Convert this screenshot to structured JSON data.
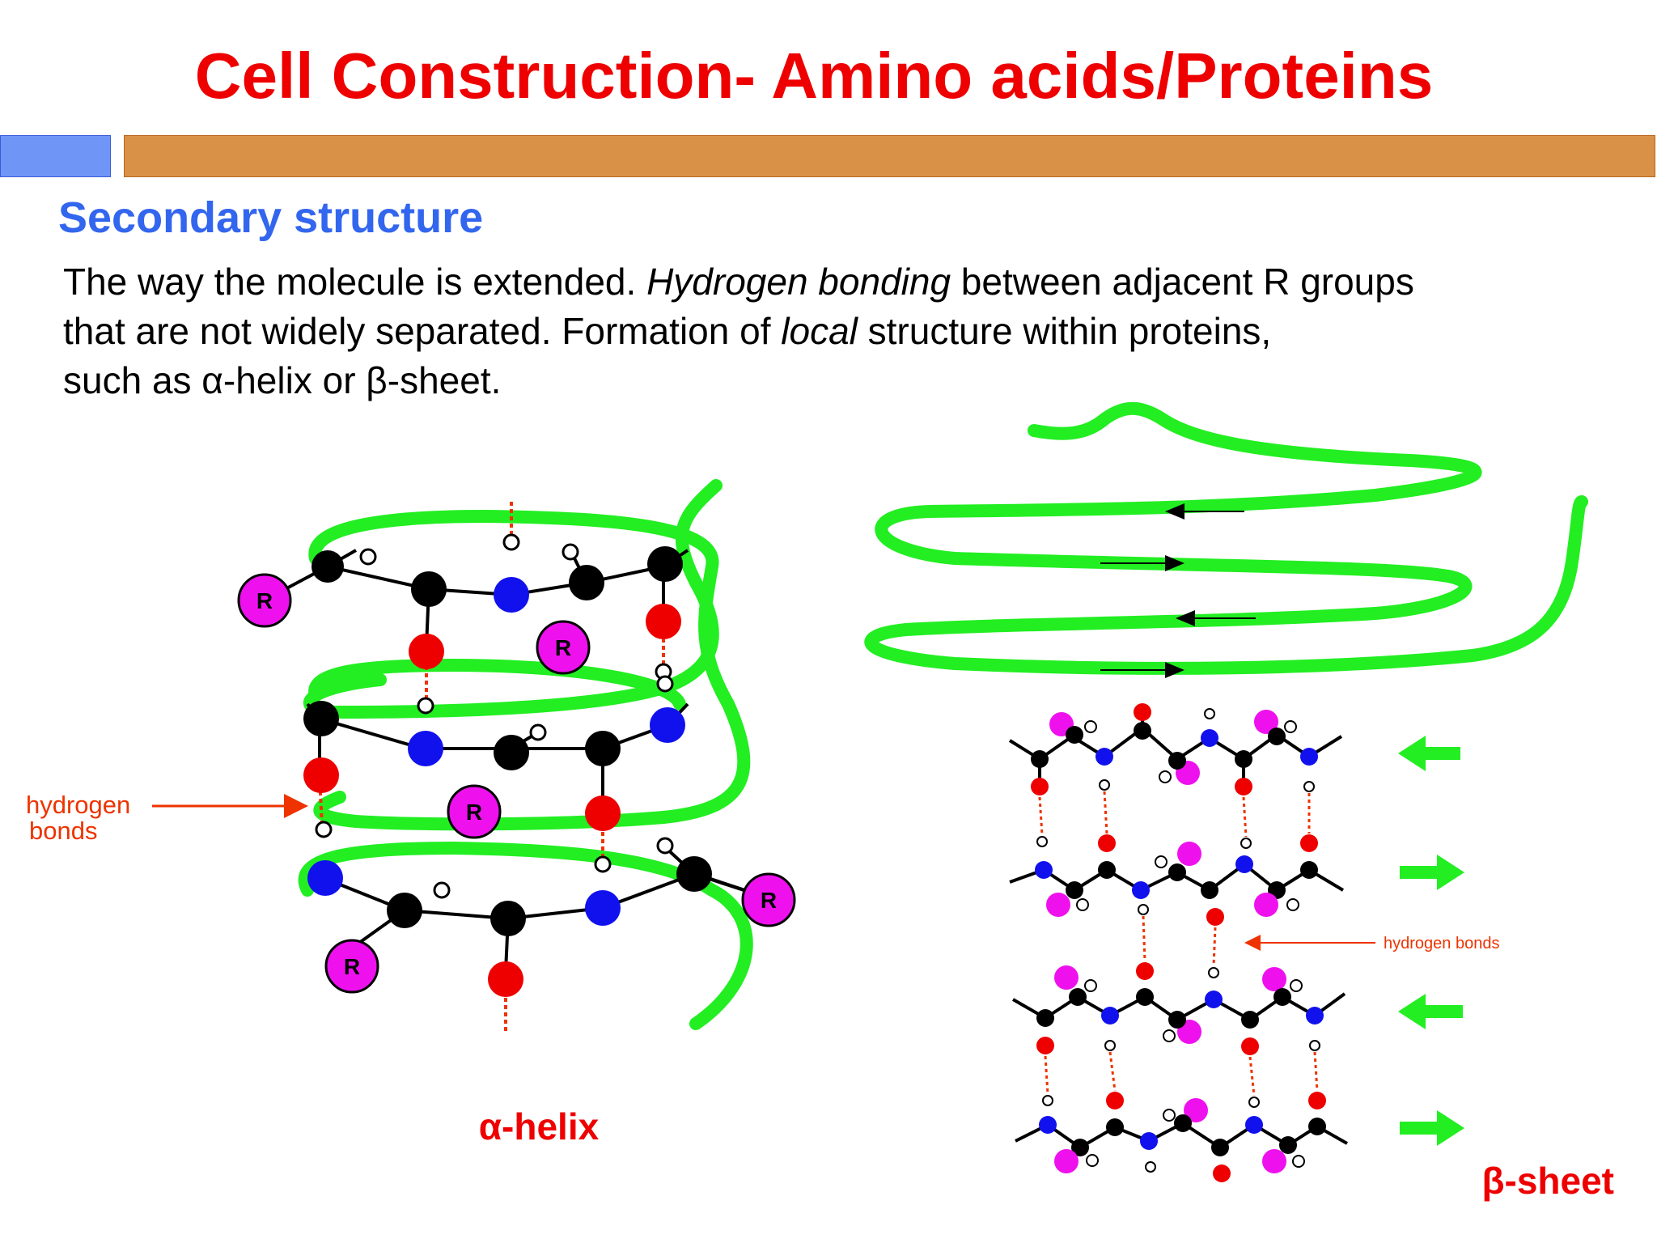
{
  "slide": {
    "title": "Cell Construction- Amino acids/Proteins",
    "subtitle": "Secondary structure",
    "body": {
      "line1_a": "The way the molecule is extended. ",
      "line1_em": "Hydrogen bonding",
      "line1_b": " between adjacent R groups",
      "line2_a": "that are not widely separated. Formation of ",
      "line2_em": "local",
      "line2_b": " structure within proteins,",
      "line3": "such as α-helix or β-sheet."
    }
  },
  "colors": {
    "title": "#ee0000",
    "subtitle": "#3366ee",
    "accent_blue": "#6f95f7",
    "accent_orange": "#d99148",
    "ribbon_green": "#22ee22",
    "oxygen_red": "#ee0000",
    "nitrogen_blue": "#1111ee",
    "carbon_black": "#000000",
    "r_group_magenta": "#ee11ee",
    "hbond_orange": "#ee3300"
  },
  "alpha_helix": {
    "caption": "α-helix",
    "hbond_label_1": "hydrogen",
    "hbond_label_2": "bonds",
    "r_label": "R"
  },
  "beta_sheet": {
    "caption": "β-sheet",
    "hbond_label": "hydrogen bonds"
  }
}
